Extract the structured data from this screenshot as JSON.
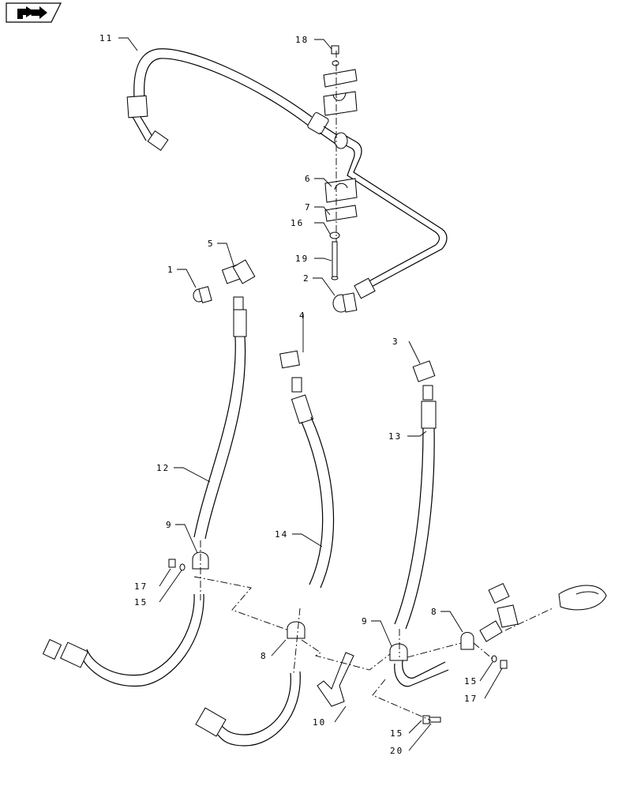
{
  "nav_icon": "page-forward-arrow-icon",
  "callouts": {
    "c1": "1",
    "c2": "2",
    "c3": "3",
    "c4": "4",
    "c5": "5",
    "c6": "6",
    "c7": "7",
    "c8a": "8",
    "c8b": "8",
    "c9a": "9",
    "c9b": "9",
    "c10": "10",
    "c11": "11",
    "c12": "12",
    "c13": "13",
    "c14": "14",
    "c15a": "15",
    "c15b": "15",
    "c15c": "15",
    "c16": "16",
    "c17a": "17",
    "c17b": "17",
    "c18": "18",
    "c19": "19",
    "c20": "20"
  }
}
